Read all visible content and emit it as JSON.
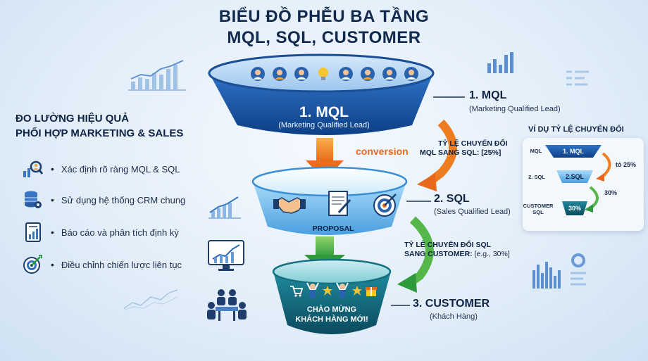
{
  "title": {
    "line1": "BIỂU ĐỒ PHỄU BA TẦNG",
    "line2": "MQL, SQL, CUSTOMER"
  },
  "left_panel": {
    "title_line1": "ĐO LƯỜNG HIỆU QUẢ",
    "title_line2": "PHỐI HỢP MARKETING & SALES",
    "items": [
      {
        "icon": "magnifier-people-icon",
        "bullet": "•",
        "text": "Xác định rõ ràng MQL & SQL"
      },
      {
        "icon": "database-gear-icon",
        "bullet": "•",
        "text": "Sử dụng hệ thống CRM chung"
      },
      {
        "icon": "report-chart-icon",
        "bullet": "•",
        "text": "Báo cáo và phân tích định kỳ"
      },
      {
        "icon": "target-icon",
        "bullet": "•",
        "text": "Điều chỉnh chiến lược liên tục"
      }
    ]
  },
  "funnel": {
    "mql": {
      "title": "1. MQL",
      "subtitle": "(Marketing Qualified Lead)"
    },
    "sql": {
      "proposal": "PROPOSAL"
    },
    "customer": {
      "line1": "CHÀO MỪNG",
      "line2": "KHÁCH HÀNG MỚI!"
    },
    "conversion_word": "conversion"
  },
  "right_labels": {
    "mql": {
      "title": "1. MQL",
      "subtitle": "(Marketing Qualified Lead)"
    },
    "sql": {
      "title": "2. SQL",
      "subtitle": "(Sales Qualified Lead)"
    },
    "customer": {
      "title": "3. CUSTOMER",
      "subtitle": "(Khách Hàng)"
    }
  },
  "conversions": {
    "mql_to_sql": {
      "line1": "TỶ LỆ CHUYỂN ĐỔI",
      "line2": "MQL SANG SQL: [25%]"
    },
    "sql_to_customer": {
      "line1": "TỶ LỆ CHUYỂN ĐỔI SQL",
      "line2_bold": "SANG CUSTOMER:",
      "line2_rest": " [e.g., 30%]"
    }
  },
  "example": {
    "title": "VÍ DỤ TỶ LỆ CHUYỂN ĐỔI",
    "rows": [
      {
        "label": "MQL",
        "bar": "1. MQL"
      },
      {
        "label": "2. SQL",
        "bar": "2.SQL"
      },
      {
        "label_line1": "CUSTOMER",
        "label_line2": "SQL",
        "bar": "30%"
      }
    ],
    "rate1": "tỏ 25%",
    "rate2": "30%"
  },
  "colors": {
    "mql_dark": "#0d3f86",
    "mql_light": "#2f73c6",
    "sql_light": "#8fd0f5",
    "sql_dark": "#3a92d8",
    "customer_dark": "#0b4f63",
    "customer_light": "#1f8a9c",
    "orange_arrow": "#f08a24",
    "green_arrow": "#46b04a"
  }
}
